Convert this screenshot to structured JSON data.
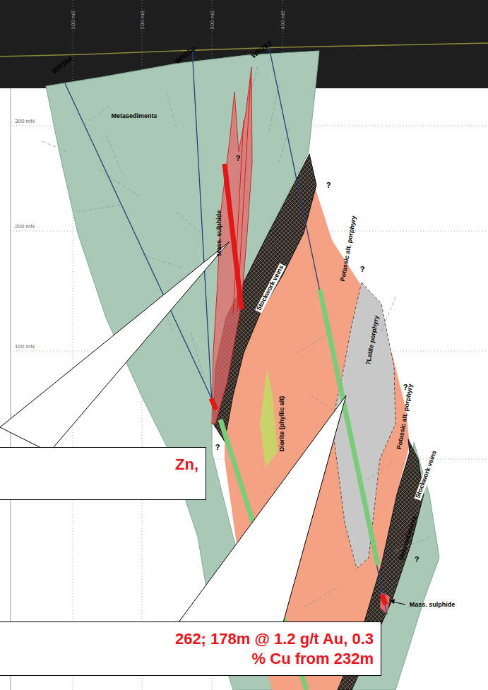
{
  "diagram": {
    "nodes": [
      {
        "text": [
          "Zn,"
        ]
      },
      {
        "text": [
          "262; 178m @ 1.2 g/t Au, 0.3 % Cu from 232m"
        ]
      }
    ],
    "labels": [
      "100 mE",
      "200 mE",
      "300 mE",
      "400 mE",
      "300 mN",
      "200 mN",
      "100 mN",
      "WR264",
      "WR258",
      "WR262",
      "Metasediments",
      "?",
      "?",
      "?",
      "Mass. sulphide",
      "Stockwork veins",
      "Potassic alt. porphyry",
      "?Latite porphyry",
      "?",
      "Potassic alt. porphyry",
      "?",
      "Diorite (phyllic alt)",
      "Stockwork veins",
      "Metasediments",
      "?",
      "Mass. sulphide"
    ]
  }
}
